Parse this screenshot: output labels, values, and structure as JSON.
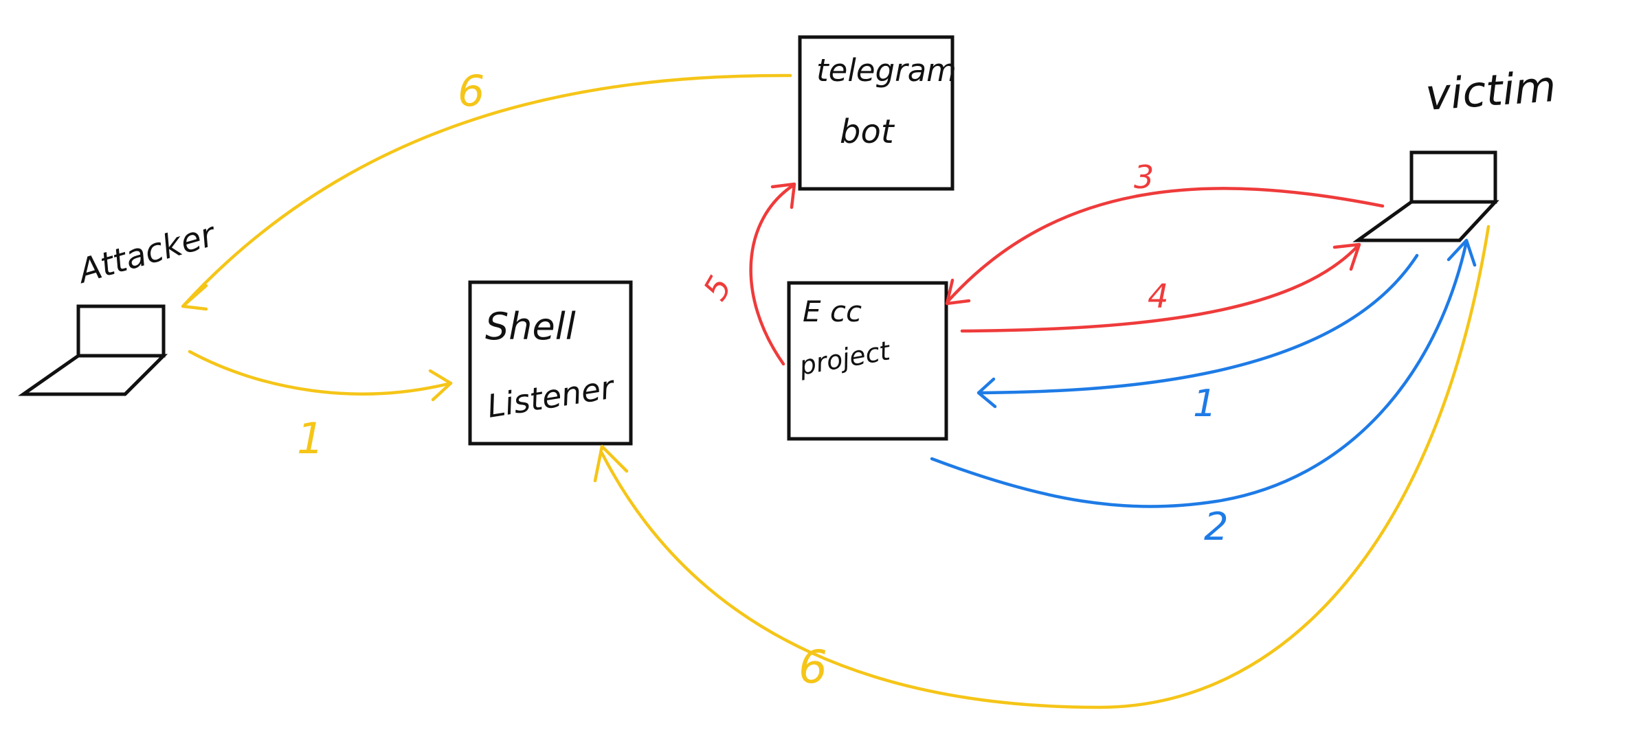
{
  "nodes": {
    "attacker": {
      "label": "Attacker",
      "icon": "laptop-icon"
    },
    "victim": {
      "label": "victim",
      "icon": "laptop-icon"
    },
    "shell_listener": {
      "line1": "Shell",
      "line2": "Listener"
    },
    "telegram_bot": {
      "line1": "telegram",
      "line2": "bot"
    },
    "ecc_project": {
      "line1": "E cc",
      "line2": "project"
    }
  },
  "edges": [
    {
      "id": "attacker-to-shell-listener",
      "from": "Attacker",
      "to": "Shell Listener",
      "step": "1",
      "color": "#F5C518"
    },
    {
      "id": "telegram-bot-to-attacker",
      "from": "telegram bot",
      "to": "Attacker",
      "step": "6",
      "color": "#F5C518"
    },
    {
      "id": "victim-to-shell-listener",
      "from": "victim",
      "to": "Shell Listener",
      "step": "6",
      "color": "#F5C518"
    },
    {
      "id": "victim-to-ecc-project",
      "from": "victim",
      "to": "E cc project",
      "step": "3",
      "color": "#EF3B3B"
    },
    {
      "id": "ecc-project-to-victim-red",
      "from": "E cc project",
      "to": "victim",
      "step": "4",
      "color": "#EF3B3B"
    },
    {
      "id": "ecc-project-to-telegram-bot",
      "from": "E cc project",
      "to": "telegram bot",
      "step": "5",
      "color": "#EF3B3B"
    },
    {
      "id": "victim-to-ecc-project-blue",
      "from": "victim",
      "to": "E cc project",
      "step": "1",
      "color": "#1E7BE6"
    },
    {
      "id": "ecc-project-to-victim-blue",
      "from": "E cc project",
      "to": "victim",
      "step": "2",
      "color": "#1E7BE6"
    }
  ]
}
